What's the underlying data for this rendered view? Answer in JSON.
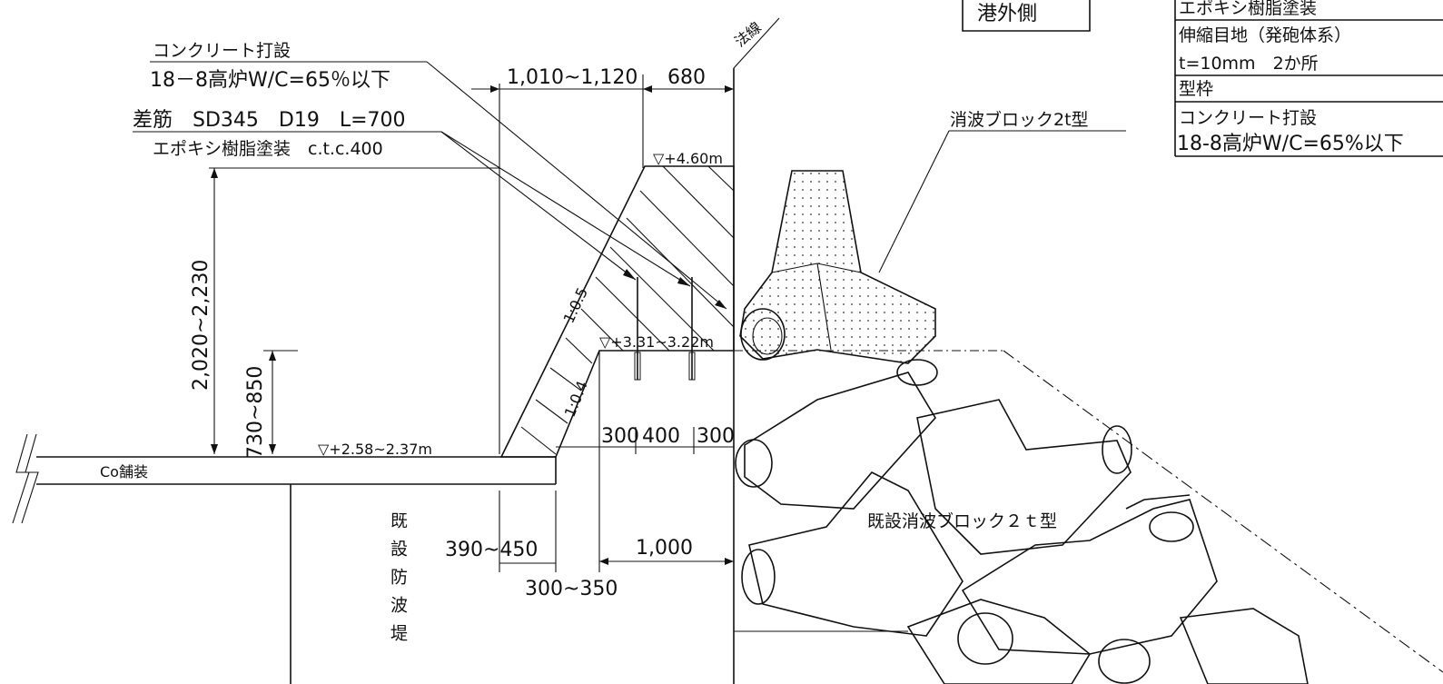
{
  "outer_side_label": "港外側",
  "legend": {
    "rows": [
      "エポキシ樹脂塗装",
      "伸縮目地（発砲体系）",
      "t=10mm　2か所",
      "型枠",
      "コンクリート打設",
      "18-8高炉W/C=65%以下"
    ]
  },
  "labels": {
    "concrete": "コンクリート打設",
    "concrete_spec": "18－8高炉W/C=65％以下",
    "rebar": "差筋　SD345　D19　L=700",
    "epoxy": "エポキシ樹脂塗装　c.t.c.400",
    "law_line": "法線",
    "block_new": "消波ブロック2t型",
    "block_existing": "既設消波ブロック２ｔ型",
    "breakwater": "既設防波堤",
    "pavement": "Co舗装"
  },
  "dimensions": {
    "top_width": "1,010~1,120",
    "top_680": "680",
    "total_height": "2,020~2,230",
    "h_730_850": "730~850",
    "d300a": "300",
    "d400": "400",
    "d300b": "300",
    "d390_450": "390~450",
    "d1000": "1,000",
    "d300_350": "300~350"
  },
  "elevations": {
    "top": "▽+4.60m",
    "mid": "▽+3.31~3.22m",
    "ground": "▽+2.58~2.37m"
  },
  "slopes": {
    "upper": "1:0.5",
    "lower": "1:0.4"
  }
}
